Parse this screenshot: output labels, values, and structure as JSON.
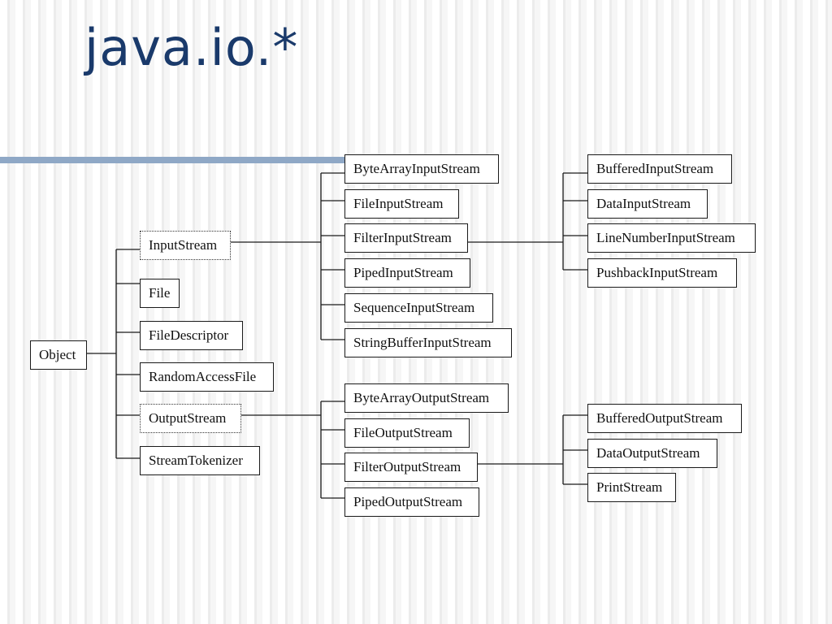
{
  "title": "java.io.*",
  "nodes": {
    "object": "Object",
    "input_stream": "InputStream",
    "file": "File",
    "file_descriptor": "FileDescriptor",
    "random_access_file": "RandomAccessFile",
    "output_stream": "OutputStream",
    "stream_tokenizer": "StreamTokenizer",
    "byte_array_input_stream": "ByteArrayInputStream",
    "file_input_stream": "FileInputStream",
    "filter_input_stream": "FilterInputStream",
    "piped_input_stream": "PipedInputStream",
    "sequence_input_stream": "SequenceInputStream",
    "string_buffer_input_stream": "StringBufferInputStream",
    "buffered_input_stream": "BufferedInputStream",
    "data_input_stream": "DataInputStream",
    "line_number_input_stream": "LineNumberInputStream",
    "pushback_input_stream": "PushbackInputStream",
    "byte_array_output_stream": "ByteArrayOutputStream",
    "file_output_stream": "FileOutputStream",
    "filter_output_stream": "FilterOutputStream",
    "piped_output_stream": "PipedOutputStream",
    "buffered_output_stream": "BufferedOutputStream",
    "data_output_stream": "DataOutputStream",
    "print_stream": "PrintStream"
  }
}
